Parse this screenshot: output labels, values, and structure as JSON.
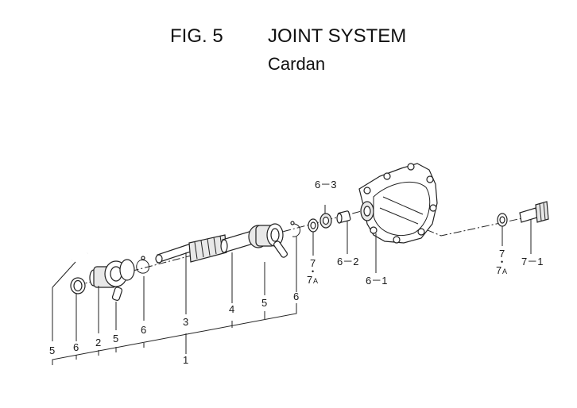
{
  "header": {
    "fig_label": "FIG. 5",
    "title": "JOINT SYSTEM",
    "subtitle": "Cardan"
  },
  "callouts": {
    "c5_left": "5",
    "c6_left": "6",
    "c2": "2",
    "c5_mid": "5",
    "c6_mid": "6",
    "c3": "3",
    "c1": "1",
    "c4": "4",
    "c5_right": "5",
    "c6_right": "6",
    "c7_a": "7",
    "c7a_a": "7",
    "c7a_a_sub": "A",
    "c6_3": "6－3",
    "c6_2": "6－2",
    "c6_1": "6－1",
    "c7_b": "7",
    "c7a_b": "7",
    "c7a_b_sub": "A",
    "c7_1": "7－1"
  }
}
